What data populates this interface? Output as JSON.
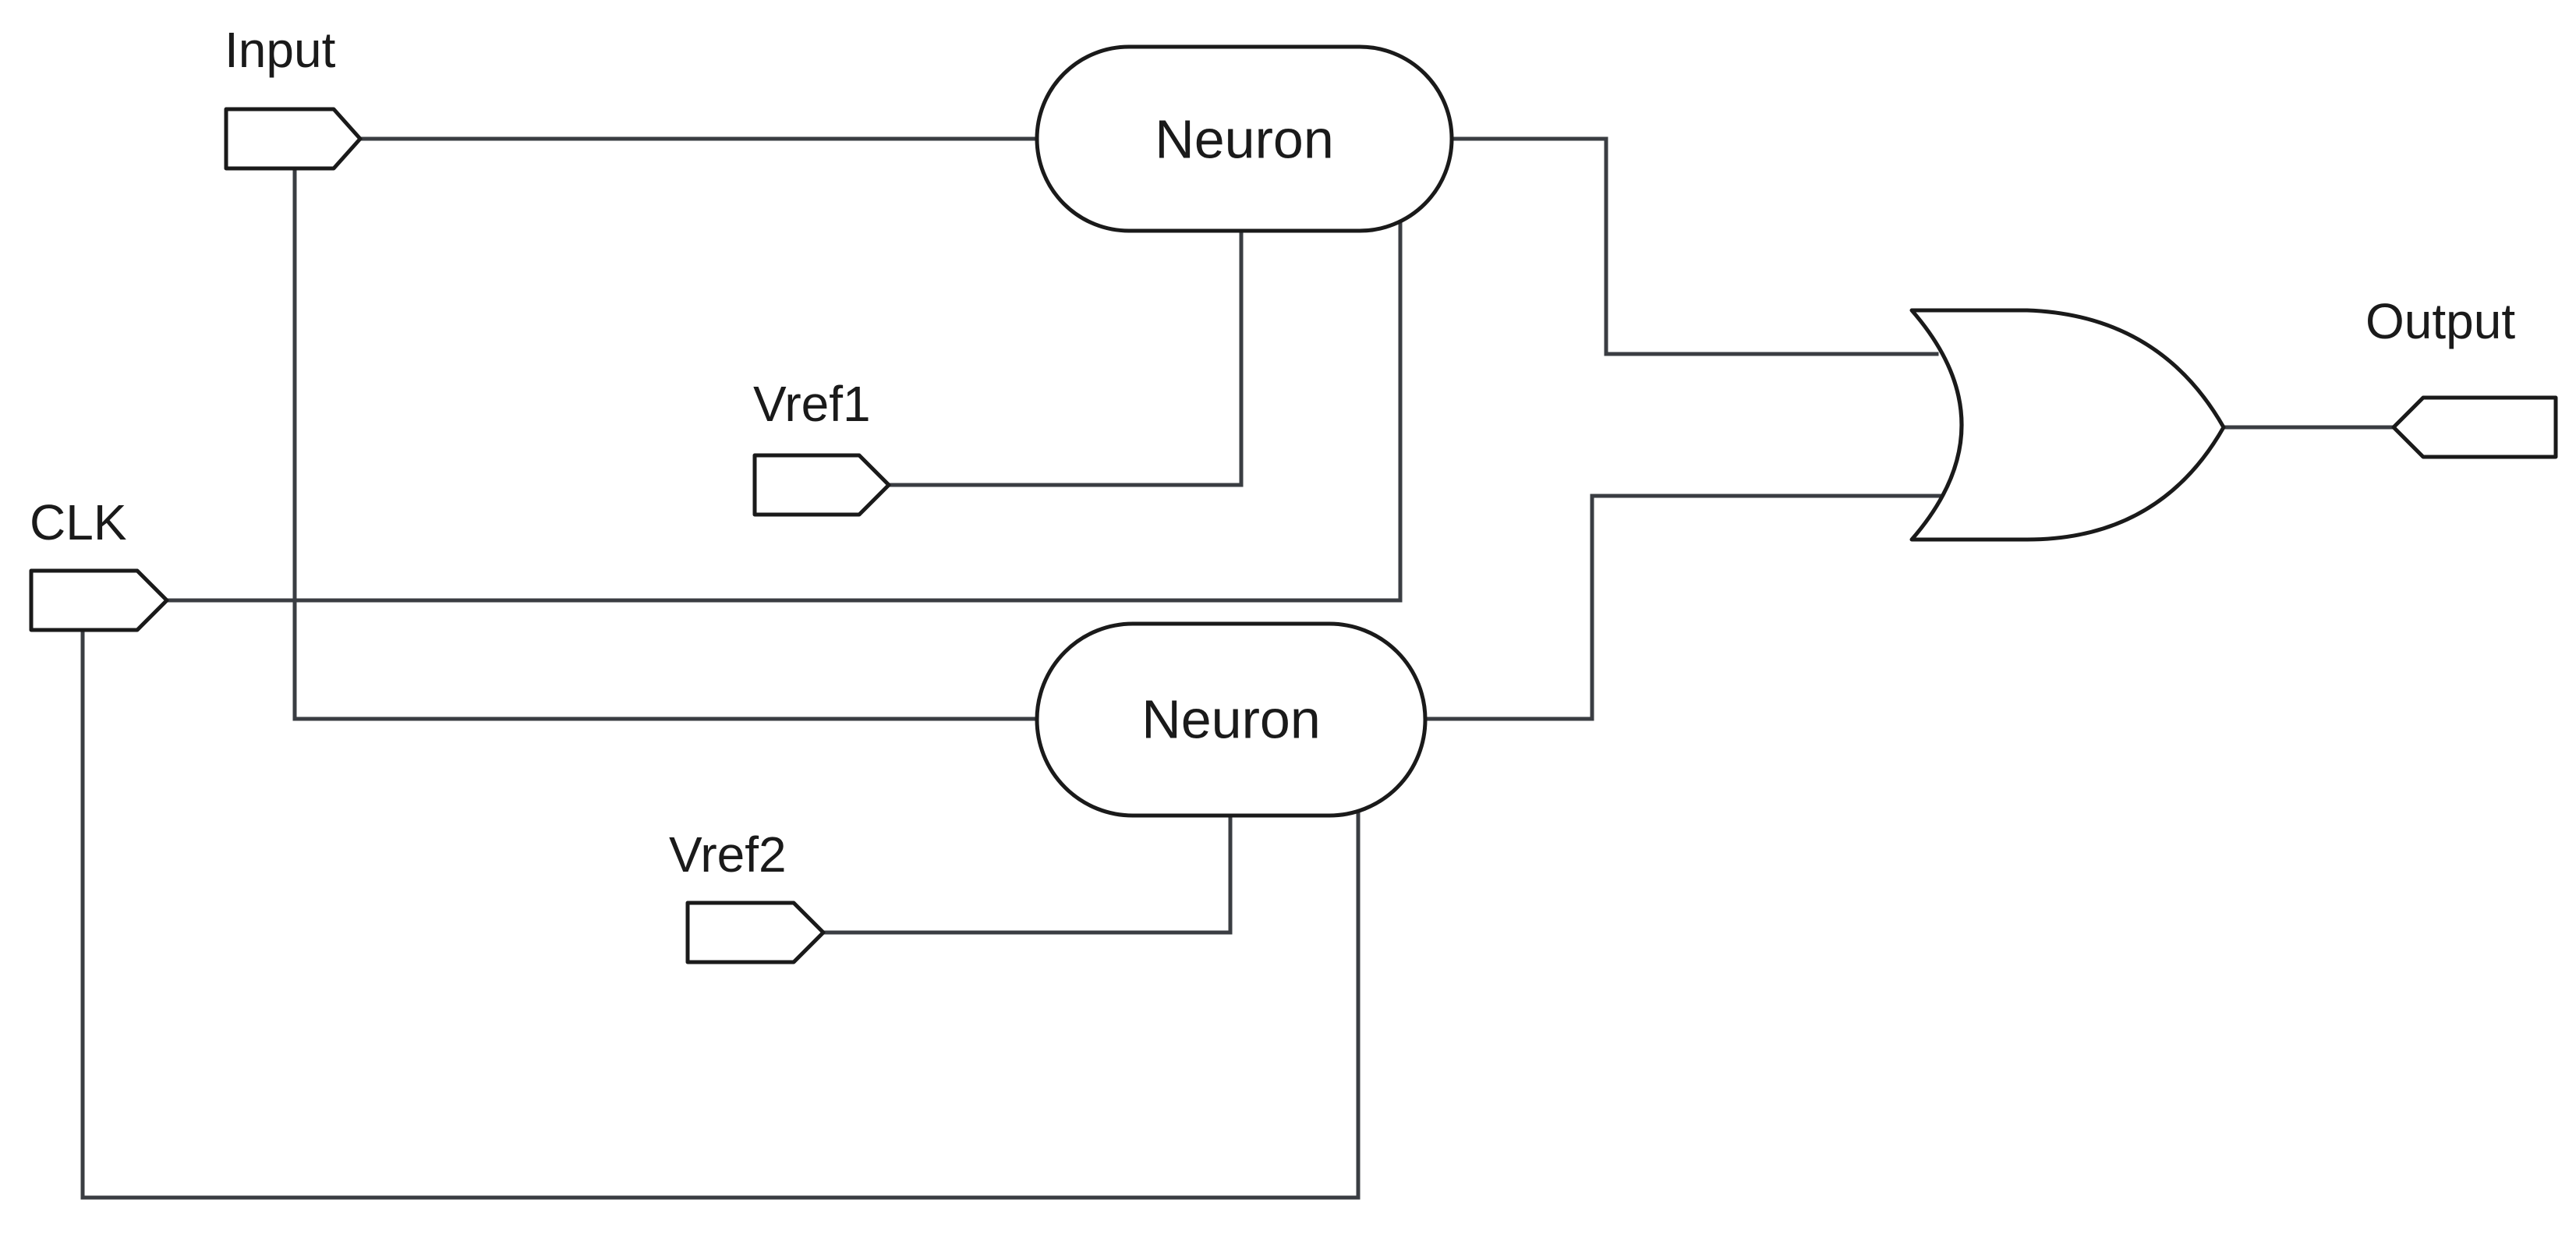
{
  "colors": {
    "wire": "#3a3d42",
    "outline": "#1a1a1a",
    "text": "#1a1a1a",
    "background": "#ffffff"
  },
  "ports": {
    "input": {
      "label": "Input"
    },
    "clk": {
      "label": "CLK"
    },
    "vref1": {
      "label": "Vref1"
    },
    "vref2": {
      "label": "Vref2"
    },
    "output": {
      "label": "Output"
    }
  },
  "blocks": {
    "neuron_top": {
      "label": "Neuron"
    },
    "neuron_bottom": {
      "label": "Neuron"
    }
  },
  "gates": {
    "or_gate": {
      "type": "OR"
    }
  }
}
